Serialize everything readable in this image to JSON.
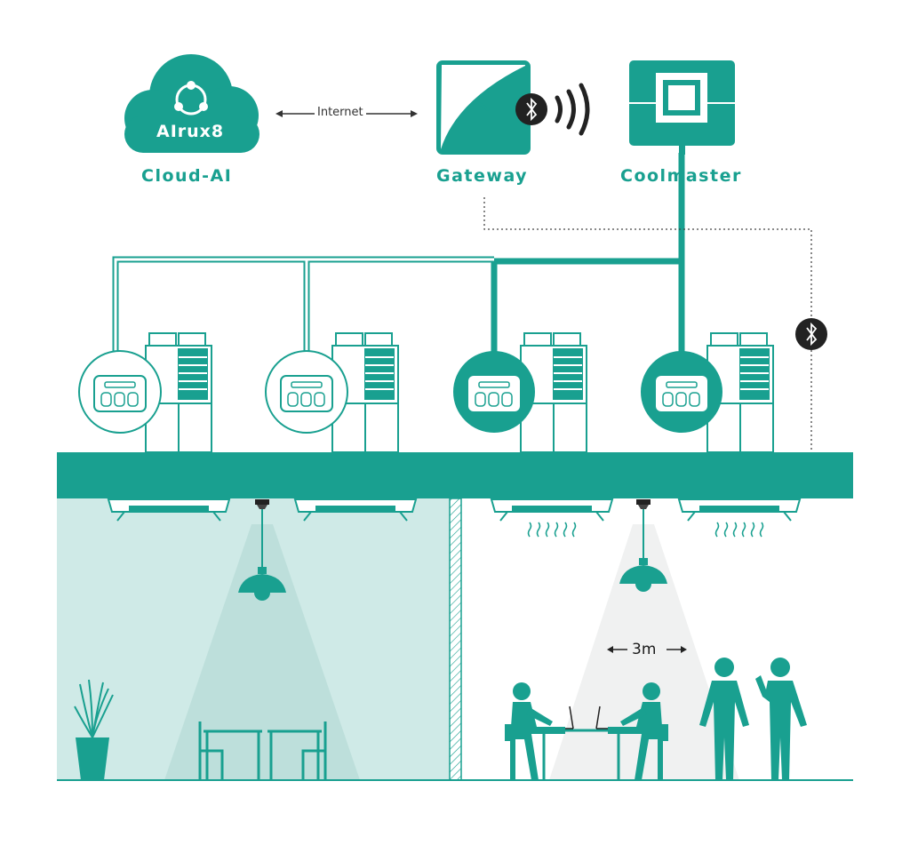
{
  "cloud": {
    "brand": "AIrux8",
    "label": "Cloud-AI"
  },
  "link": {
    "internet": "Internet"
  },
  "gateway": {
    "label": "Gateway"
  },
  "coolmaster": {
    "label": "Coolmaster"
  },
  "distance": {
    "label": "3m"
  },
  "colors": {
    "teal": "#19a090",
    "light_teal": "#cfeae7",
    "dark": "#222222"
  },
  "icons": [
    "cloud-icon",
    "bluetooth-icon",
    "wifi-signal-icon",
    "outdoor-unit-icon",
    "thermostat-icon",
    "ceiling-ac-icon",
    "pendant-lamp-icon",
    "person-icon",
    "plant-icon",
    "desk-icon",
    "laptop-icon"
  ]
}
